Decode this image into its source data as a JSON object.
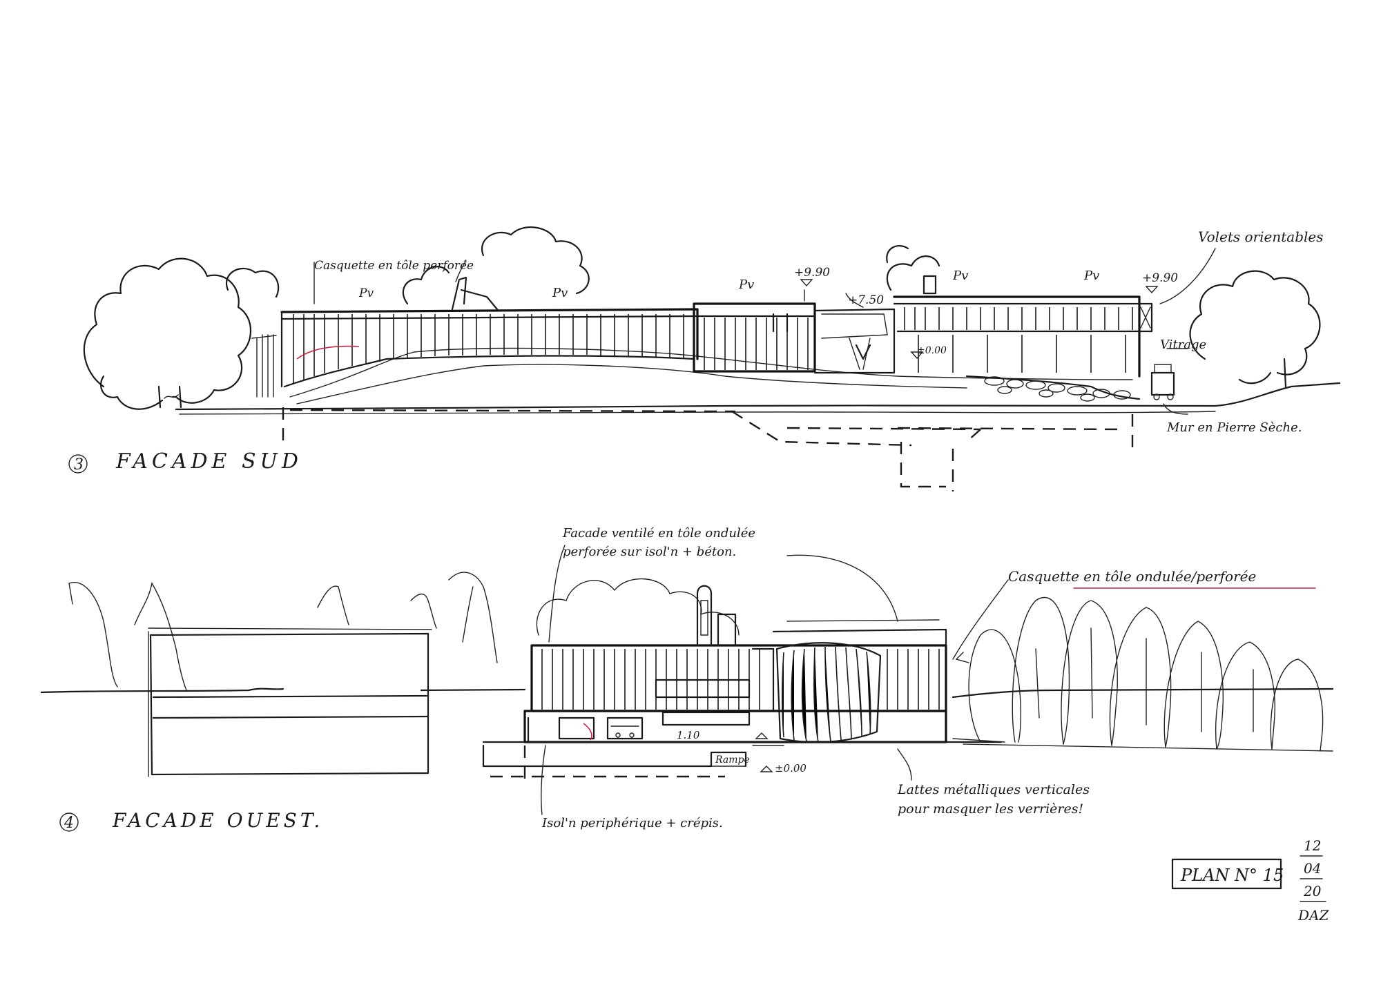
{
  "elevation_south": {
    "number": "3",
    "title": "FACADE SUD",
    "annotations": {
      "casquette": "Casquette en tôle perforée",
      "pv_left": "Pv",
      "pv_1": "Pv",
      "pv_2": "Pv",
      "pv_3": "Pv",
      "pv_4": "Pv",
      "level_1": "+9.90",
      "level_2": "+7.50",
      "level_3": "+9.90",
      "level_4": "±0.00",
      "volets": "Volets orientables",
      "vitrage": "Vitrage",
      "mur": "Mur en Pierre Sèche."
    }
  },
  "elevation_west": {
    "number": "4",
    "title": "FACADE OUEST.",
    "annotations": {
      "facade_ventile": "Facade ventilé en tôle ondulée perforée sur isol'n + béton.",
      "casquette": "Casquette en tôle ondulée/perforée",
      "lattes": "Lattes métalliques verticales pour masquer les verrières!",
      "isol": "Isol'n periphérique + crépis.",
      "rampe": "Rampe",
      "level_110": "1.10",
      "level_000": "±0.00"
    }
  },
  "title_block": {
    "plan": "PLAN N° 15",
    "day": "12",
    "month": "04",
    "year": "20",
    "initials": "DAZ"
  },
  "colors": {
    "ink": "#1a1a1a",
    "accent": "#c8233f",
    "paper": "#ffffff"
  }
}
